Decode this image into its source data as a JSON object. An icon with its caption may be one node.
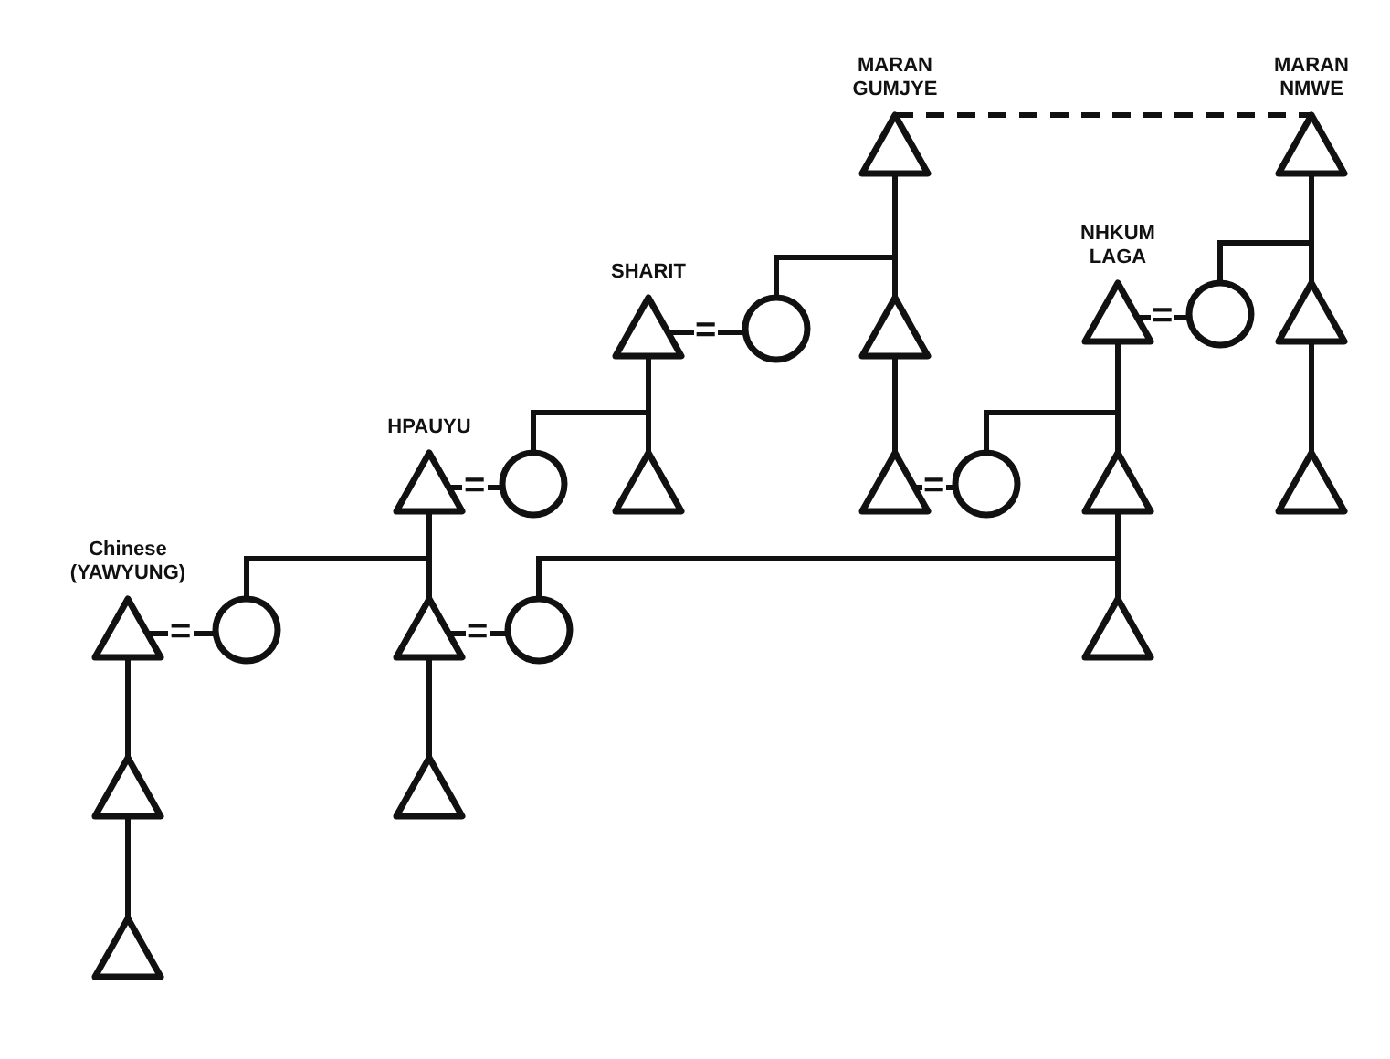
{
  "diagram": {
    "nodes": [
      {
        "text": [
          "MARAN GUMJYE"
        ]
      },
      {
        "text": [
          "MARAN NMWE"
        ]
      },
      {
        "text": [
          "SHARIT"
        ]
      },
      {
        "text": [],
        "shape": "circle"
      },
      {
        "text": [],
        "shape": "triangle"
      },
      {
        "text": [
          "NHKUM LAGA"
        ]
      },
      {
        "text": [],
        "shape": "circle"
      },
      {
        "text": [],
        "shape": "triangle"
      },
      {
        "text": [
          "HPAUYU"
        ]
      },
      {
        "text": [],
        "shape": "circle"
      },
      {
        "text": [],
        "shape": "triangle"
      },
      {
        "text": [],
        "shape": "triangle"
      },
      {
        "text": [],
        "shape": "circle"
      },
      {
        "text": [],
        "shape": "triangle"
      },
      {
        "text": [],
        "shape": "triangle"
      },
      {
        "text": [
          "Chinese (YAWYUNG)"
        ]
      },
      {
        "text": [],
        "shape": "circle"
      },
      {
        "text": [],
        "shape": "triangle"
      },
      {
        "text": [],
        "shape": "circle"
      },
      {
        "text": [],
        "shape": "triangle"
      },
      {
        "text": [],
        "shape": "triangle"
      },
      {
        "text": [],
        "shape": "triangle"
      },
      {
        "text": [],
        "shape": "triangle"
      }
    ],
    "edges": [
      {
        "from": 0,
        "to": 1,
        "arrow": "none",
        "style": "dashed"
      },
      {
        "from": 0,
        "to": 3,
        "arrow": "none"
      },
      {
        "from": 0,
        "to": 4,
        "arrow": "none"
      },
      {
        "from": 1,
        "to": 6,
        "arrow": "none"
      },
      {
        "from": 1,
        "to": 7,
        "arrow": "none"
      },
      {
        "from": 2,
        "to": 3,
        "arrow": "none",
        "label": "="
      },
      {
        "from": 5,
        "to": 6,
        "arrow": "none",
        "label": "="
      },
      {
        "from": 2,
        "to": 9,
        "arrow": "none"
      },
      {
        "from": 2,
        "to": 10,
        "arrow": "none"
      },
      {
        "from": 4,
        "to": 11,
        "arrow": "none"
      },
      {
        "from": 5,
        "to": 12,
        "arrow": "none"
      },
      {
        "from": 5,
        "to": 13,
        "arrow": "none"
      },
      {
        "from": 7,
        "to": 14,
        "arrow": "none"
      },
      {
        "from": 8,
        "to": 9,
        "arrow": "none",
        "label": "="
      },
      {
        "from": 11,
        "to": 12,
        "arrow": "none",
        "label": "="
      },
      {
        "from": 8,
        "to": 16,
        "arrow": "none"
      },
      {
        "from": 8,
        "to": 17,
        "arrow": "none"
      },
      {
        "from": 13,
        "to": 18,
        "arrow": "none"
      },
      {
        "from": 13,
        "to": 19,
        "arrow": "none"
      },
      {
        "from": 15,
        "to": 16,
        "arrow": "none",
        "label": "="
      },
      {
        "from": 17,
        "to": 18,
        "arrow": "none",
        "label": "="
      },
      {
        "from": 15,
        "to": 20,
        "arrow": "none"
      },
      {
        "from": 17,
        "to": 21,
        "arrow": "none"
      },
      {
        "from": 20,
        "to": 22,
        "arrow": "none"
      }
    ]
  }
}
